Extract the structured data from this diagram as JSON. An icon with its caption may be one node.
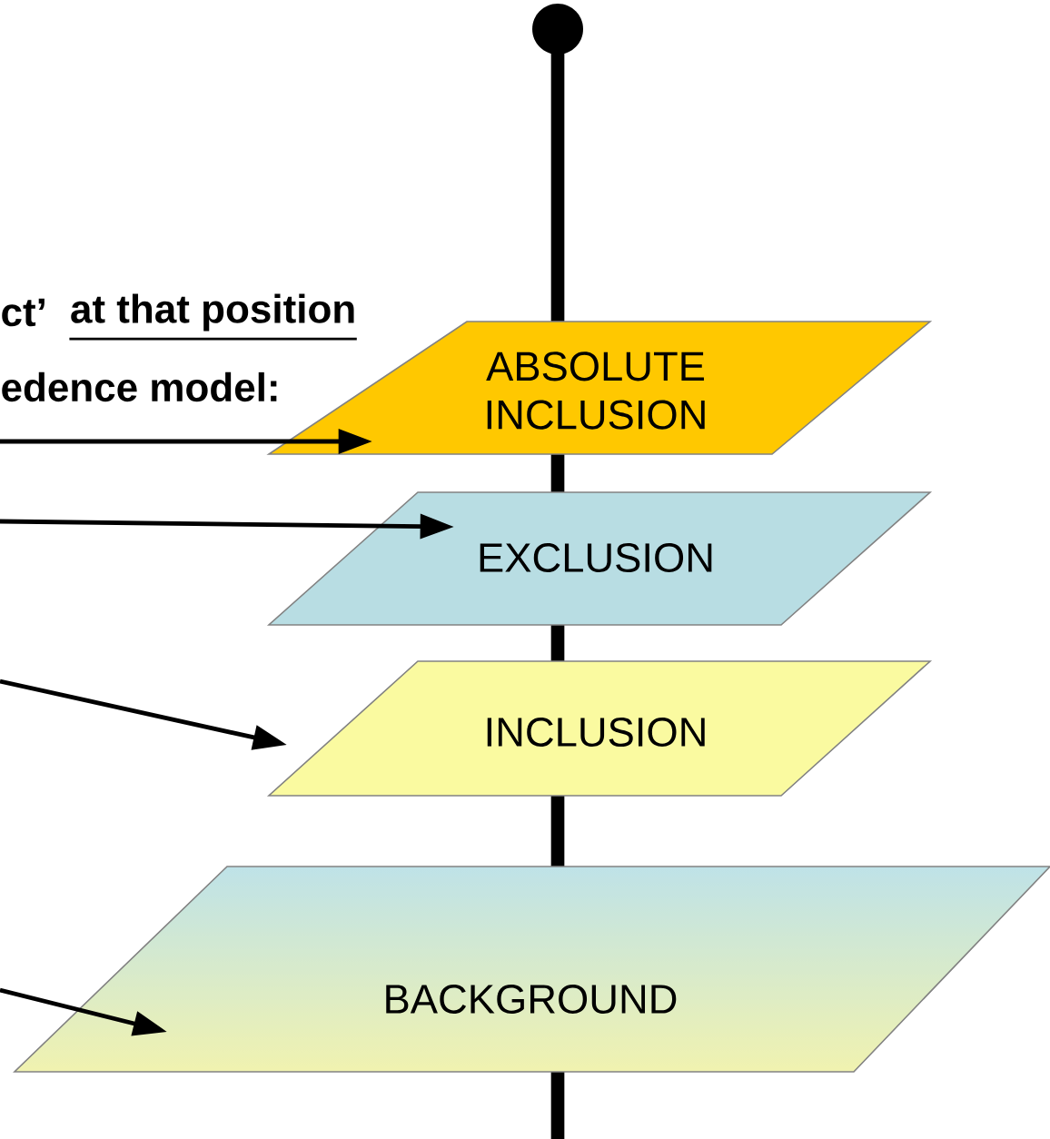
{
  "diagram": {
    "nodes": [
      {
        "text": [
          "ABSOLUTE INCLUSION"
        ]
      },
      {
        "text": [
          "EXCLUSION"
        ]
      },
      {
        "text": [
          "INCLUSION"
        ]
      },
      {
        "text": [
          "BACKGROUND"
        ]
      }
    ],
    "edges": [
      {
        "from": null,
        "to": 0,
        "arrow": "to"
      },
      {
        "from": null,
        "to": 1,
        "arrow": "to"
      },
      {
        "from": null,
        "to": 2,
        "arrow": "to"
      },
      {
        "from": null,
        "to": 3,
        "arrow": "to"
      }
    ],
    "labels": [
      "ct’",
      "at that position",
      "edence model:"
    ]
  }
}
